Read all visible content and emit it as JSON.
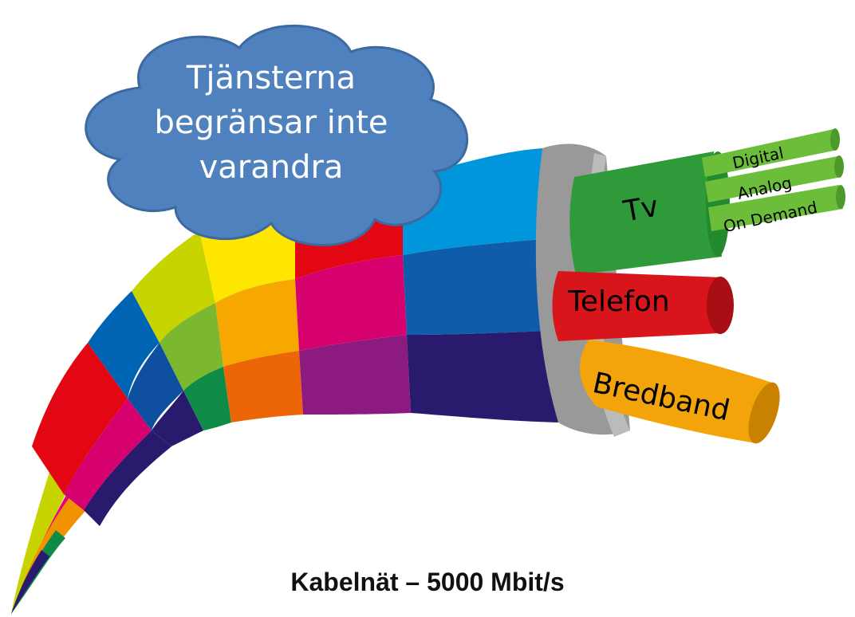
{
  "cloud": {
    "line1": "Tjänsterna",
    "line2": "begränsar inte",
    "line3": "varandra",
    "color": "#4E81BD"
  },
  "cable": {
    "stripe_colors": [
      "#2A1A6E",
      "#3A2A8C",
      "#0E8C47",
      "#F39200",
      "#FFE600",
      "#E30613",
      "#D6006E",
      "#0064B4",
      "#2A2A8C"
    ],
    "end_color": "#999999"
  },
  "services": {
    "tv": {
      "label": "Tv",
      "color": "#2F9A3A"
    },
    "tv_subs": [
      {
        "label": "Digital"
      },
      {
        "label": "Analog"
      },
      {
        "label": "On Demand"
      }
    ],
    "tv_sub_color": "#6CBE3A",
    "telefon": {
      "label": "Telefon",
      "color": "#D7151B"
    },
    "bredband": {
      "label": "Bredband",
      "color": "#F3A40B"
    }
  },
  "caption": "Kabelnät – 5000 Mbit/s"
}
